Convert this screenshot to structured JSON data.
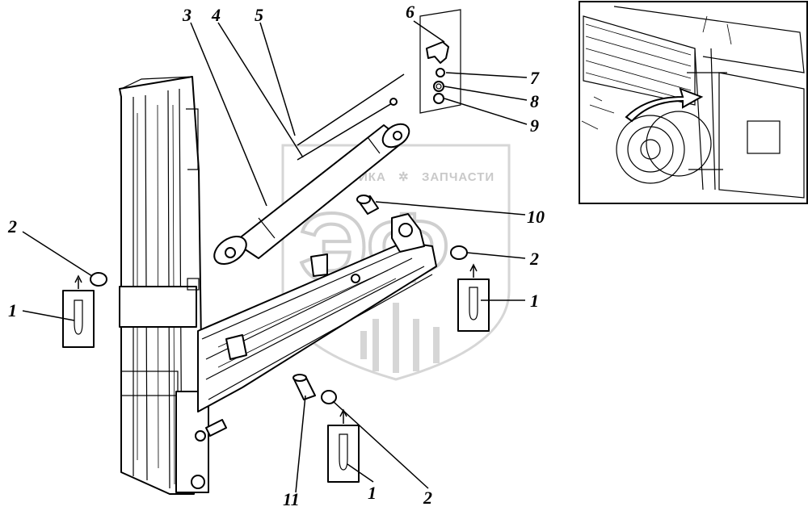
{
  "watermark": {
    "brand_text": "ТЕХНИКА",
    "gear_glyph": "✲",
    "parts_text": "ЗАПЧАСТИ",
    "logo_text": "ЭФ"
  },
  "callouts": [
    "3",
    "4",
    "5",
    "6",
    "7",
    "8",
    "9",
    "10",
    "2",
    "1",
    "2",
    "1",
    "11",
    "1",
    "2"
  ]
}
